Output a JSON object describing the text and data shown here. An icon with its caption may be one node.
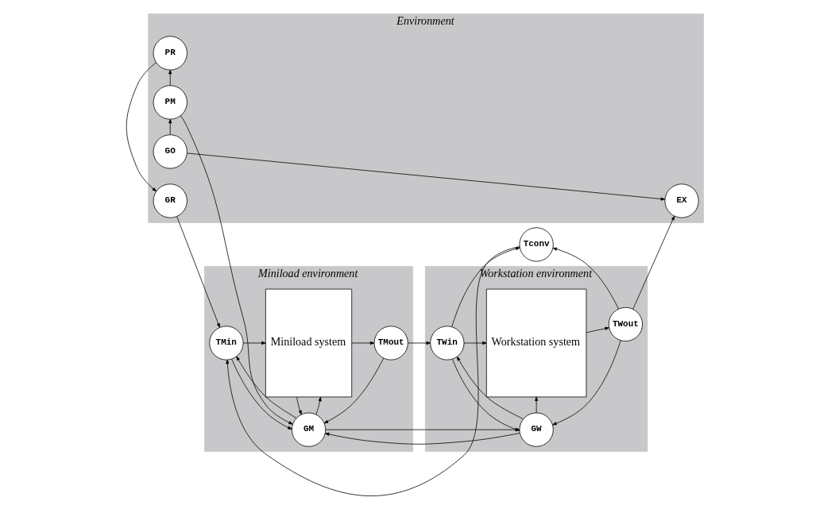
{
  "diagram": {
    "nodes": [
      {
        "text": [
          "Environment"
        ]
      },
      {
        "text": [
          "PR"
        ],
        "in": 0
      },
      {
        "text": [
          "PM"
        ],
        "in": 0
      },
      {
        "text": [
          "GO"
        ],
        "in": 0
      },
      {
        "text": [
          "GR"
        ],
        "in": 0
      },
      {
        "text": [
          "EX"
        ],
        "in": 0
      },
      {
        "text": [
          "Miniload environment"
        ]
      },
      {
        "text": [
          "GM"
        ],
        "in": 6
      },
      {
        "text": [
          "Miniload system"
        ],
        "in": 6
      },
      {
        "text": [
          "TMin"
        ],
        "in": 6
      },
      {
        "text": [
          "TMout"
        ],
        "in": 6
      },
      {
        "text": [
          "Workstation environment"
        ]
      },
      {
        "text": [
          "GW"
        ],
        "in": 11
      },
      {
        "text": [
          "Workstation system"
        ],
        "in": 11
      },
      {
        "text": [
          "TWin"
        ],
        "in": 11
      },
      {
        "text": [
          "TWout"
        ],
        "in": 11
      },
      {
        "text": [
          "Tconv"
        ]
      }
    ],
    "edges": [
      {
        "from": 3,
        "to": 2,
        "arrow": "to"
      },
      {
        "from": 2,
        "to": 1,
        "arrow": "to"
      },
      {
        "from": 1,
        "to": 4,
        "arrow": "to"
      },
      {
        "from": 2,
        "to": 7,
        "arrow": "to"
      },
      {
        "from": 3,
        "to": 5,
        "arrow": "to"
      },
      {
        "from": 12,
        "to": 7,
        "arrow": "to"
      },
      {
        "from": 7,
        "to": 12,
        "arrow": "to"
      },
      {
        "from": 7,
        "to": 9,
        "arrow": "to"
      },
      {
        "from": 9,
        "to": 7,
        "arrow": "to"
      },
      {
        "from": 7,
        "to": 8,
        "arrow": "to"
      },
      {
        "from": 8,
        "to": 7,
        "arrow": "to"
      },
      {
        "from": 10,
        "to": 7,
        "arrow": "to"
      },
      {
        "from": 12,
        "to": 14,
        "arrow": "to"
      },
      {
        "from": 14,
        "to": 12,
        "arrow": "to"
      },
      {
        "from": 12,
        "to": 13,
        "arrow": "to"
      },
      {
        "from": 15,
        "to": 12,
        "arrow": "to"
      },
      {
        "from": 4,
        "to": 9,
        "arrow": "to"
      },
      {
        "from": 9,
        "to": 8,
        "arrow": "to"
      },
      {
        "from": 8,
        "to": 10,
        "arrow": "to"
      },
      {
        "from": 10,
        "to": 14,
        "arrow": "to"
      },
      {
        "from": 14,
        "to": 13,
        "arrow": "to"
      },
      {
        "from": 13,
        "to": 15,
        "arrow": "to"
      },
      {
        "from": 15,
        "to": 5,
        "arrow": "to"
      },
      {
        "from": 14,
        "to": 16,
        "arrow": "to"
      },
      {
        "from": 15,
        "to": 16,
        "arrow": "to"
      },
      {
        "from": 16,
        "to": 9,
        "arrow": "to"
      }
    ]
  }
}
